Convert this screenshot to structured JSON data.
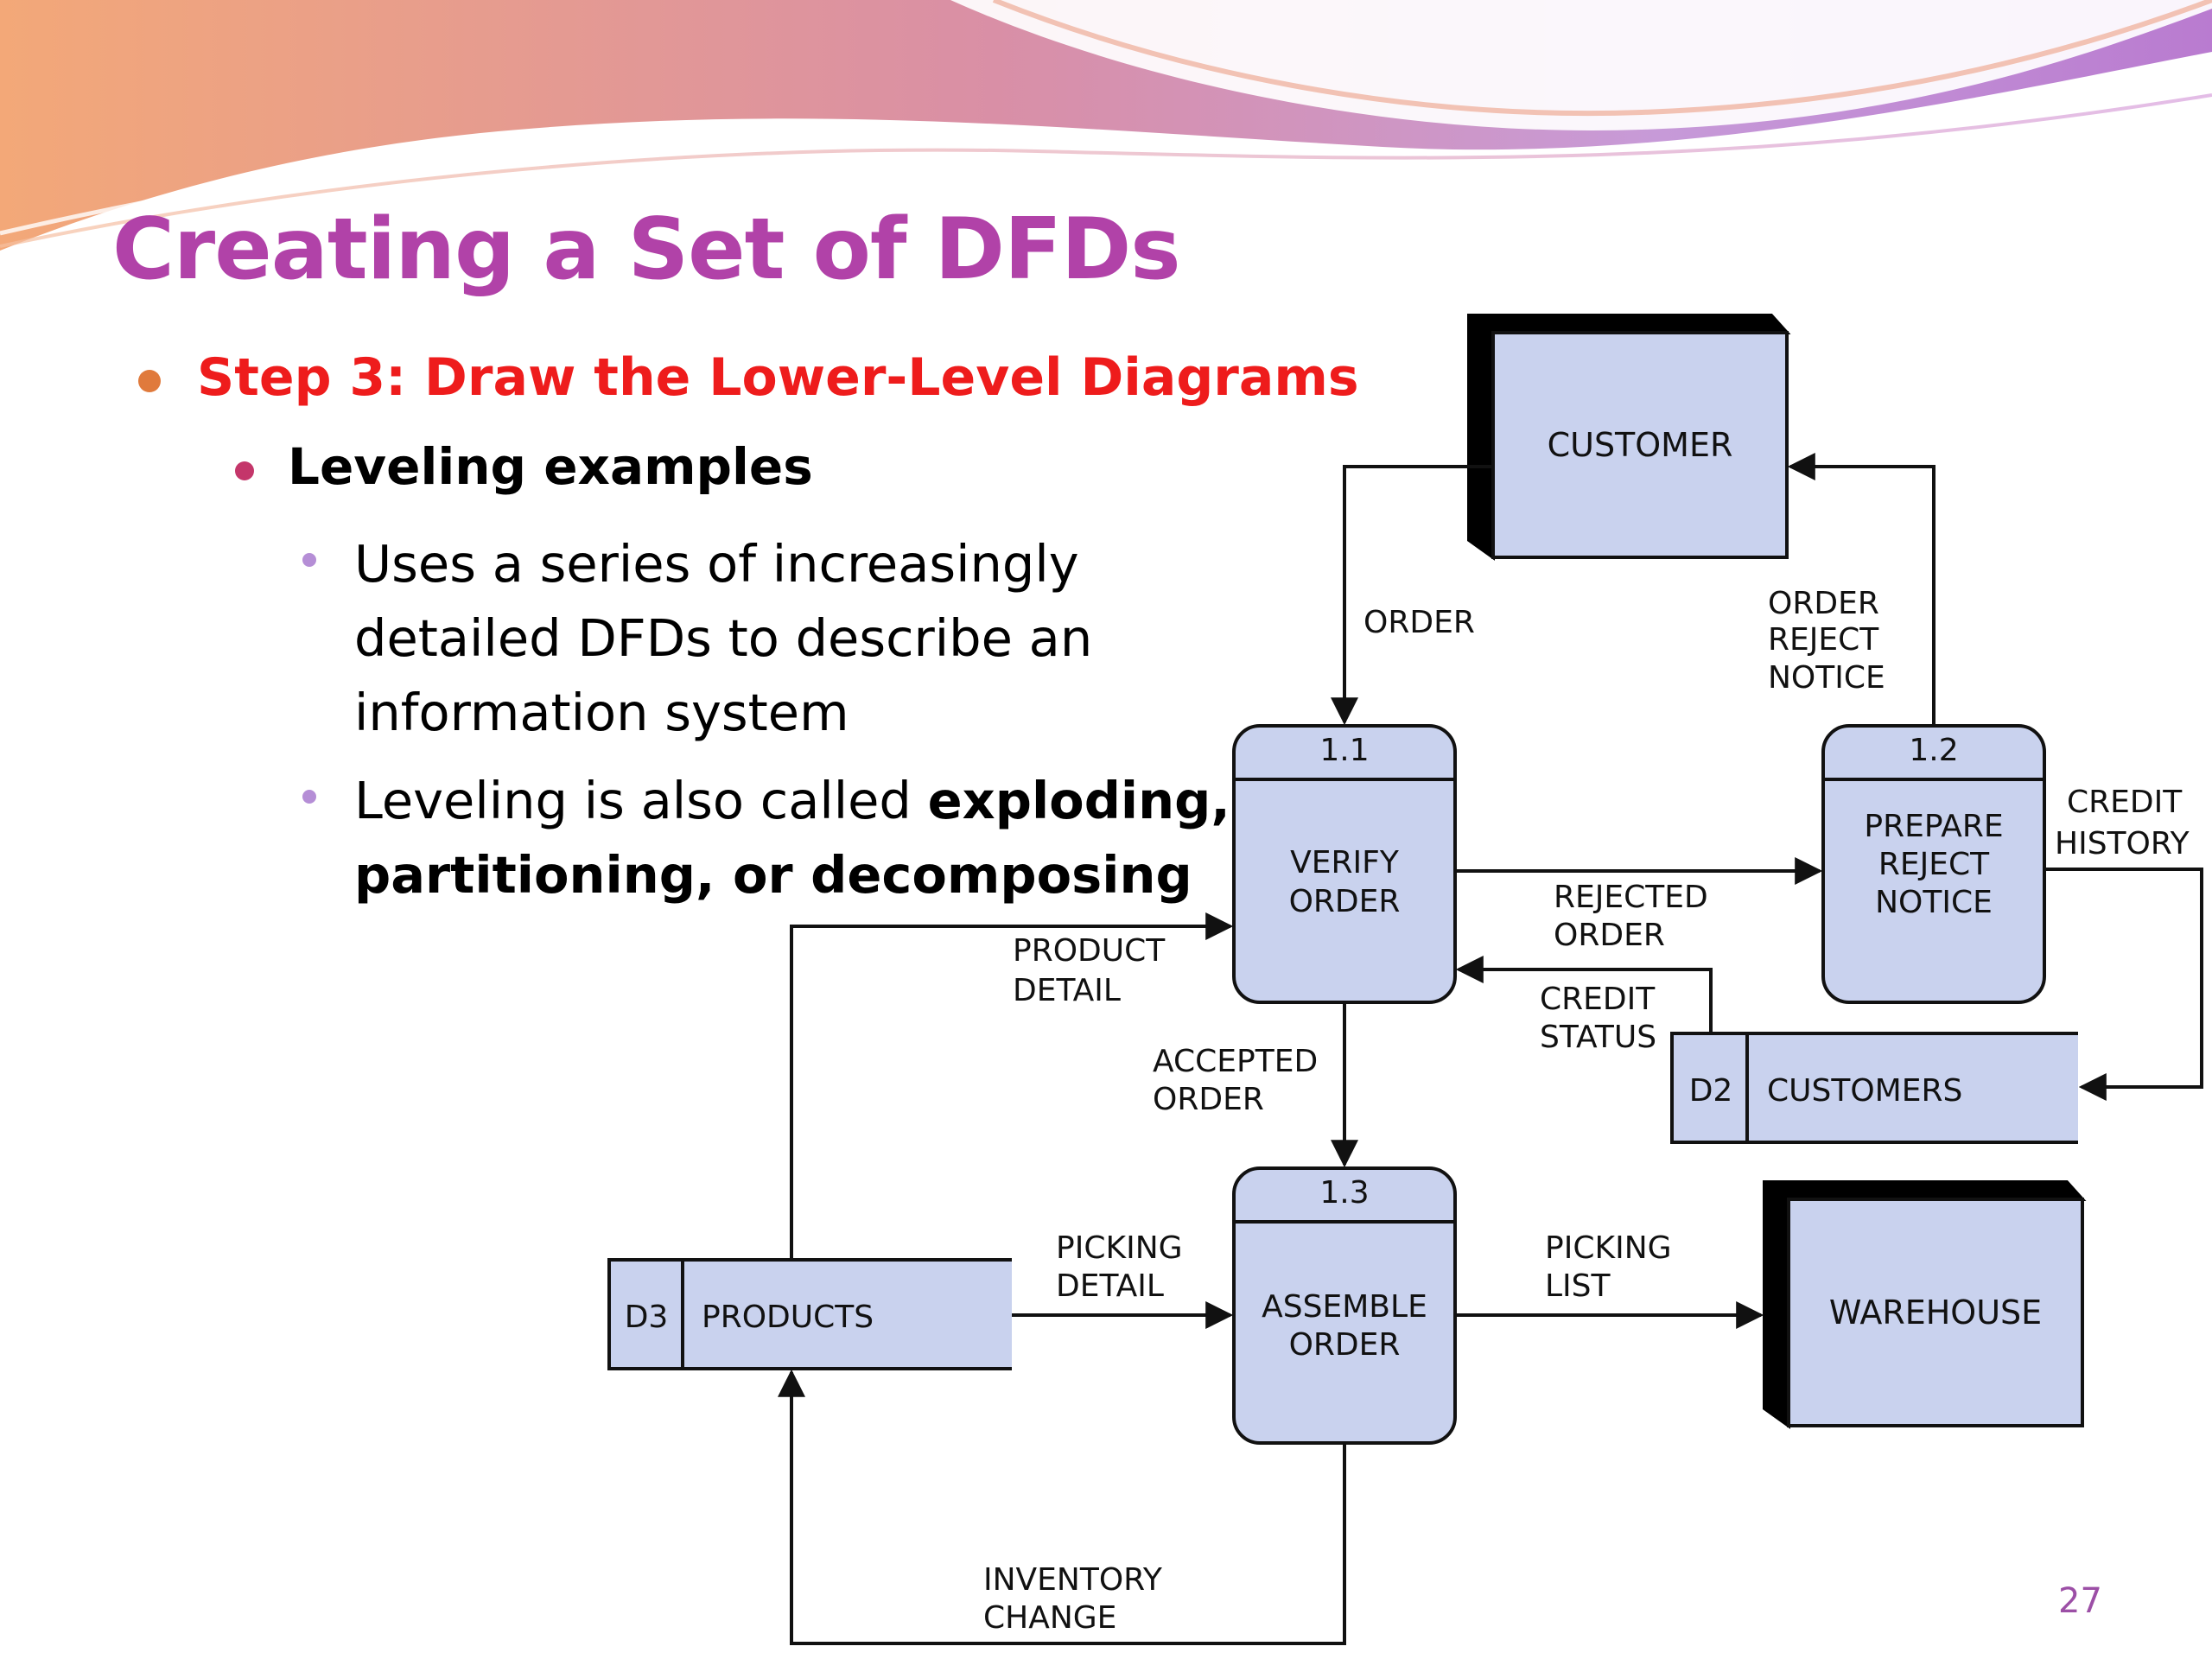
{
  "slide": {
    "title": "Creating a Set of DFDs",
    "page_number": "27",
    "bullets": {
      "step": "Step 3: Draw the Lower-Level Diagrams",
      "sub": "Leveling examples",
      "detail_line1": "Uses a series of increasingly",
      "detail_line2": "detailed DFDs to describe an",
      "detail_line3": "information system",
      "leveling_prefix": "Leveling is also called ",
      "leveling_bold1": "exploding,",
      "leveling_bold2": "partitioning, or decomposing"
    }
  },
  "diagram": {
    "colors": {
      "fill": "#c9d2ee",
      "stroke": "#111111"
    },
    "entities": {
      "customer": "CUSTOMER",
      "warehouse": "WAREHOUSE"
    },
    "processes": {
      "p11": {
        "id": "1.1",
        "line1": "VERIFY",
        "line2": "ORDER"
      },
      "p12": {
        "id": "1.2",
        "line1": "PREPARE",
        "line2": "REJECT",
        "line3": "NOTICE"
      },
      "p13": {
        "id": "1.3",
        "line1": "ASSEMBLE",
        "line2": "ORDER"
      }
    },
    "stores": {
      "d2": {
        "id": "D2",
        "name": "CUSTOMERS"
      },
      "d3": {
        "id": "D3",
        "name": "PRODUCTS"
      }
    },
    "flows": {
      "order": "ORDER",
      "order_reject_notice": [
        "ORDER",
        "REJECT",
        "NOTICE"
      ],
      "rejected_order": [
        "REJECTED",
        "ORDER"
      ],
      "credit_history": [
        "CREDIT",
        "HISTORY"
      ],
      "credit_status": [
        "CREDIT",
        "STATUS"
      ],
      "product_detail": [
        "PRODUCT",
        "DETAIL"
      ],
      "accepted_order": [
        "ACCEPTED",
        "ORDER"
      ],
      "picking_detail": [
        "PICKING",
        "DETAIL"
      ],
      "picking_list": [
        "PICKING",
        "LIST"
      ],
      "inventory_change": [
        "INVENTORY",
        "CHANGE"
      ]
    }
  }
}
